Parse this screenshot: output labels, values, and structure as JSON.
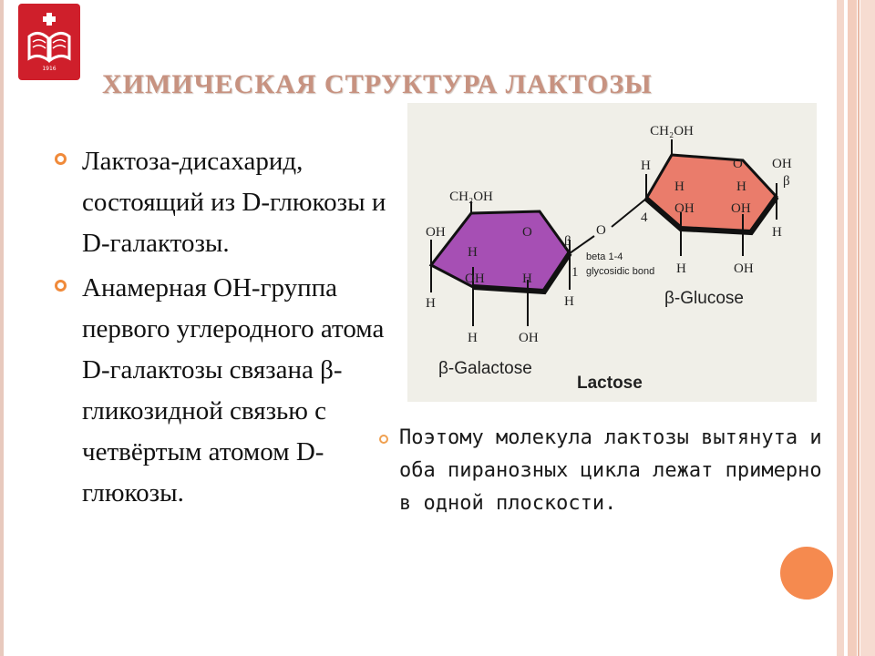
{
  "logo": {
    "year": "1916"
  },
  "title": "ХИМИЧЕСКАЯ СТРУКТУРА ЛАКТОЗЫ",
  "bullets": [
    "Лактоза-дисахарид, состоящий из D-глюкозы и D-галактозы.",
    "Анамерная OH-группа первого углеродного атома D-галактозы связана β-гликозидной связью с четвёртым атомом D-глюкозы."
  ],
  "diagram": {
    "galactose_label": "β-Galactose",
    "glucose_label": "β-Glucose",
    "lactose_label": "Lactose",
    "bond_label_1": "beta 1-4",
    "bond_label_2": "glycosidic bond",
    "ch2oh": "CH₂OH",
    "oh": "OH",
    "h": "H",
    "o": "O",
    "beta": "β",
    "num1": "1",
    "num4": "4",
    "colors": {
      "galactose_ring": "#a64fb4",
      "glucose_ring": "#ea7c6b",
      "background": "#f0efe8"
    }
  },
  "note": "Поэтому молекула лактозы вытянута и оба пиранозных цикла лежат примерно в одной плоскости."
}
